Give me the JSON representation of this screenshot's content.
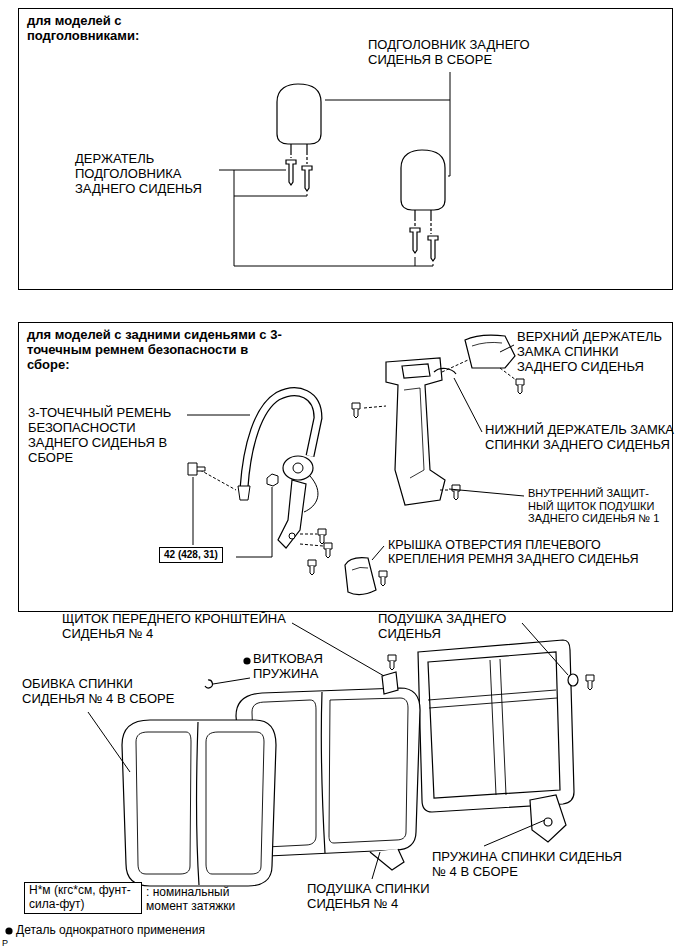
{
  "diagram": {
    "nodes": [
      {
        "text": [
          "для моделей с подголовниками:"
        ]
      },
      {
        "text": [
          "для моделей с задними сиденьями с 3-точечным ремнем безопасности в сборе:"
        ]
      },
      {
        "text": [
          "42 (428, 31)"
        ],
        "in": 1
      },
      {
        "text": [
          "Н*м (кгс*см, фунт-сила-фут)"
        ]
      }
    ],
    "labels": [
      "ПОДГОЛОВНИК ЗАДНЕГО СИДЕНЬЯ В СБОРЕ",
      "ДЕРЖАТЕЛЬ ПОДГОЛОВНИКА ЗАДНЕГО СИДЕНЬЯ",
      "ВЕРХНИЙ ДЕРЖАТЕЛЬ ЗАМКА СПИНКИ ЗАДНЕГО СИДЕНЬЯ",
      "3-ТОЧЕЧНЫЙ РЕМЕНЬ БЕЗОПАСНОСТИ ЗАДНЕГО СИДЕНЬЯ В СБОРЕ",
      "НИЖНИЙ ДЕРЖАТЕЛЬ ЗАМКА СПИНКИ ЗАДНЕГО СИДЕНЬЯ",
      "ВНУТРЕННИЙ ЗАЩИТ- НЫЙ ЩИТОК ПОДУШКИ ЗАДНЕГО СИДЕНЬЯ № 1",
      "КРЫШКА ОТВЕРСТИЯ ПЛЕЧЕВОГО КРЕПЛЕНИЯ РЕМНЯ ЗАДНЕГО СИДЕНЬЯ",
      "ЩИТОК ПЕРЕДНЕГО КРОНШТЕЙНА СИДЕНЬЯ № 4",
      "ПОДУШКА ЗАДНЕГО СИДЕНЬЯ",
      "ВИТКОВАЯ ПРУЖИНА",
      "ОБИВКА СПИНКИ СИДЕНЬЯ № 4 В СБОРЕ",
      "ПРУЖИНА СПИНКИ СИДЕНЬЯ № 4 В СБОРЕ",
      "ПОДУШКА СПИНКИ СИДЕНЬЯ № 4",
      "P"
    ],
    "legend": [
      {
        "text": ": номинальный момент затяжки"
      },
      {
        "text": "Деталь однократного применения"
      }
    ]
  }
}
